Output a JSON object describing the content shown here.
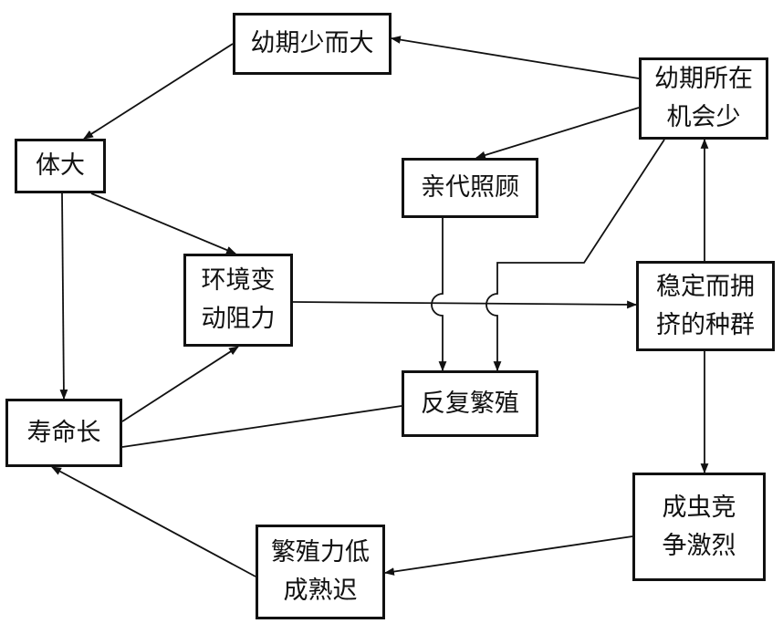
{
  "nodes": {
    "youqi_shao_er_da": [
      "幼期少而大"
    ],
    "youqi_jihui_shao": [
      "幼期所在",
      "机会少"
    ],
    "ti_da": [
      "体大"
    ],
    "qindai_zhaogu": [
      "亲代照顾"
    ],
    "huanjing_zuli": [
      "环境变",
      "动阻力"
    ],
    "wending_yongji": [
      "稳定而拥",
      "挤的种群"
    ],
    "fanfu_fanzhi": [
      "反复繁殖"
    ],
    "shouming_chang": [
      "寿命长"
    ],
    "chengchong_jingzheng": [
      "成虫竞",
      "争激烈"
    ],
    "fanzhili_di": [
      "繁殖力低",
      "成熟迟"
    ]
  },
  "edges": [
    {
      "from": "youqi_jihui_shao",
      "to": "youqi_shao_er_da"
    },
    {
      "from": "youqi_shao_er_da",
      "to": "ti_da"
    },
    {
      "from": "youqi_jihui_shao",
      "to": "qindai_zhaogu"
    },
    {
      "from": "youqi_jihui_shao",
      "to": "fanfu_fanzhi"
    },
    {
      "from": "ti_da",
      "to": "huanjing_zuli"
    },
    {
      "from": "ti_da",
      "to": "shouming_chang"
    },
    {
      "from": "shouming_chang",
      "to": "huanjing_zuli"
    },
    {
      "from": "shouming_chang",
      "to": "fanfu_fanzhi",
      "arrow": false
    },
    {
      "from": "huanjing_zuli",
      "to": "wending_yongji"
    },
    {
      "from": "qindai_zhaogu",
      "to": "fanfu_fanzhi"
    },
    {
      "from": "wending_yongji",
      "to": "youqi_jihui_shao"
    },
    {
      "from": "wending_yongji",
      "to": "chengchong_jingzheng"
    },
    {
      "from": "chengchong_jingzheng",
      "to": "fanzhili_di"
    },
    {
      "from": "fanzhili_di",
      "to": "shouming_chang"
    }
  ]
}
